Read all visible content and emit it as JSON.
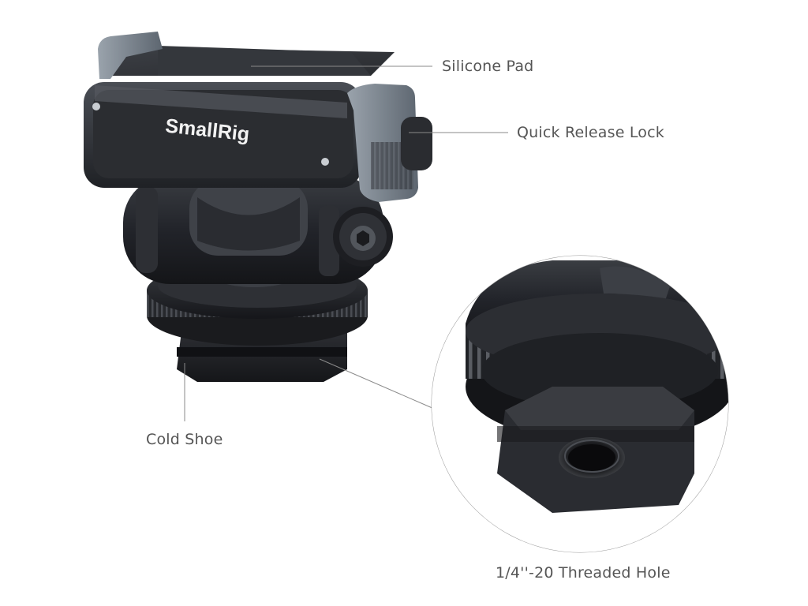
{
  "product": {
    "brand": "SmallRig",
    "colors": {
      "body": "#26282c",
      "accent": "#7c8690",
      "label": "#555555",
      "line": "#8a8a8a"
    }
  },
  "callouts": {
    "silicone_pad": "Silicone Pad",
    "quick_release_lock": "Quick Release Lock",
    "cold_shoe": "Cold Shoe",
    "threaded_hole": "1/4''-20 Threaded Hole"
  }
}
